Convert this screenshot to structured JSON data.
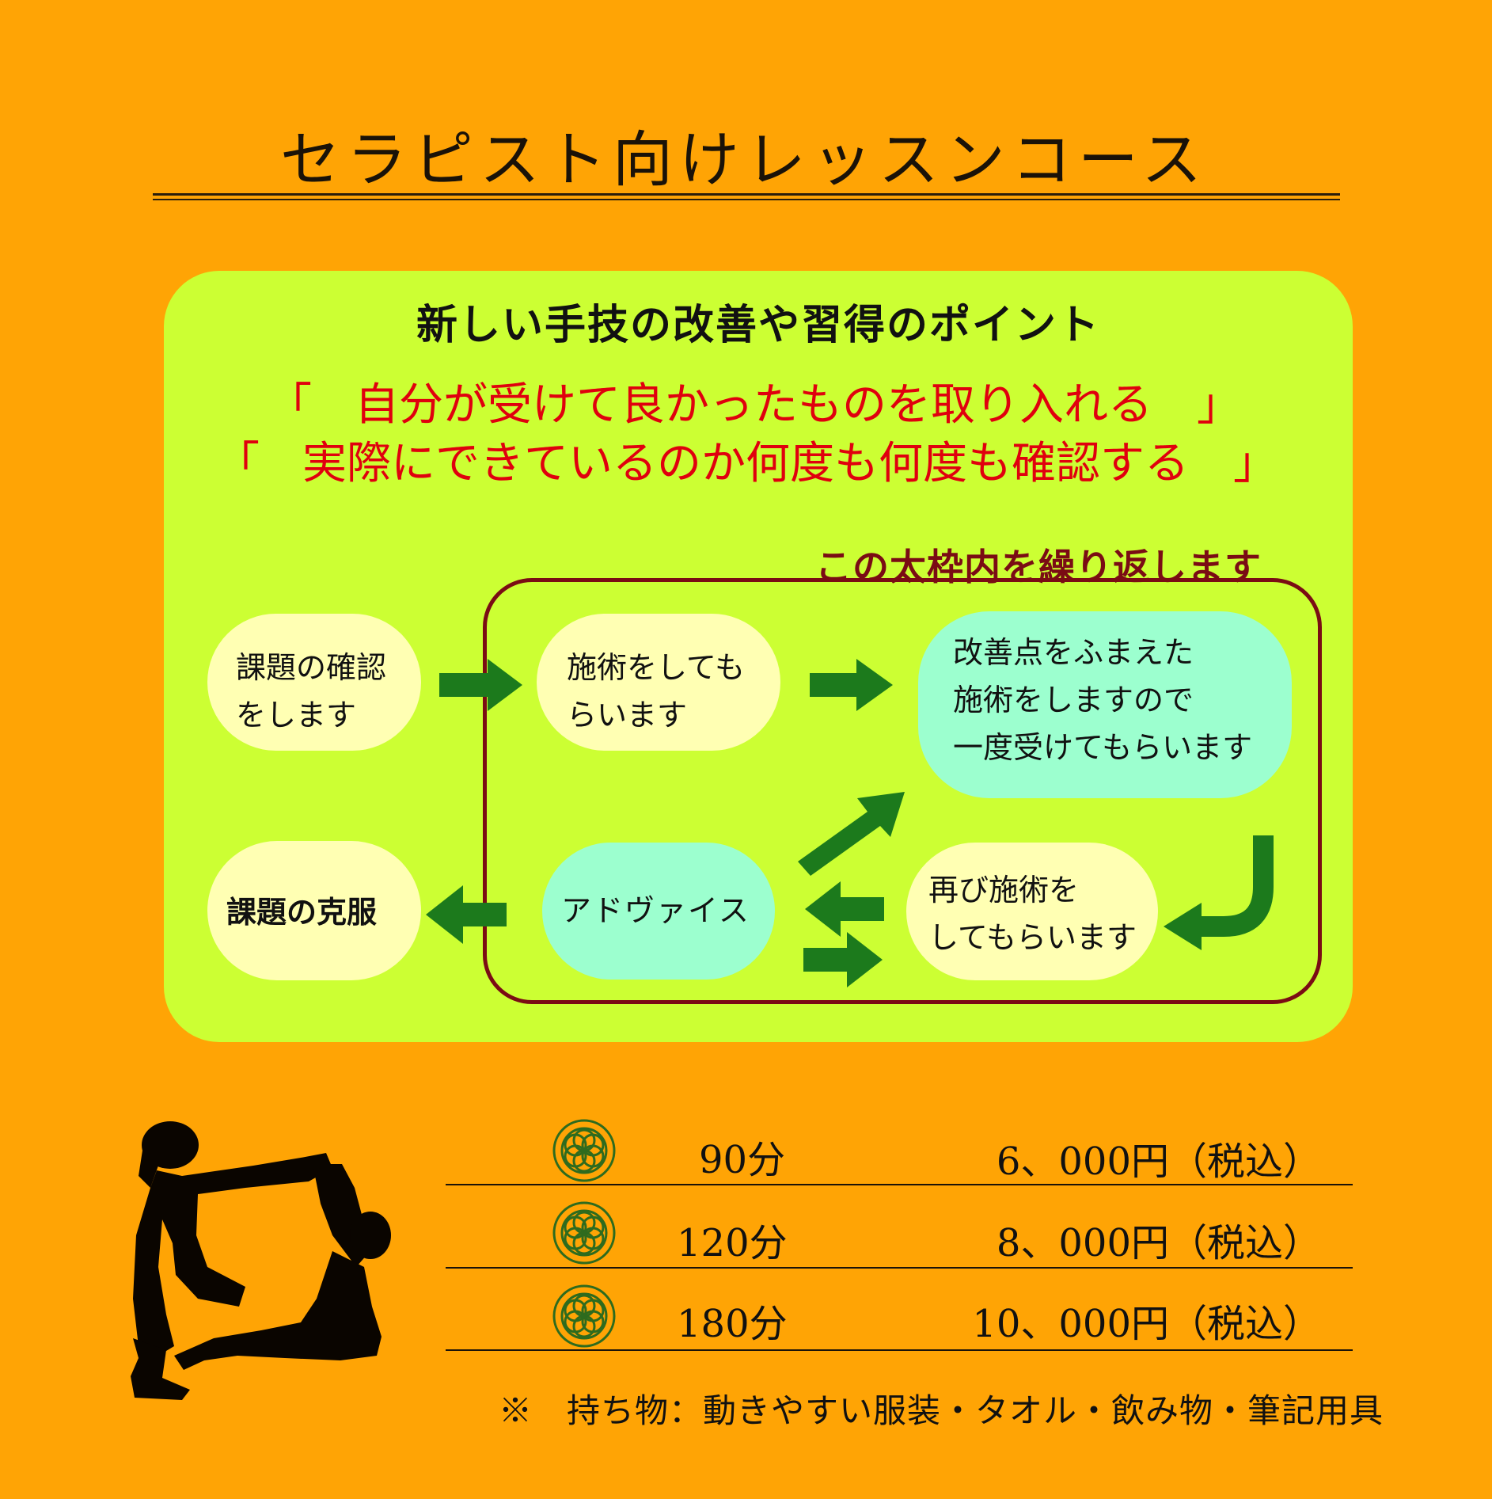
{
  "title": "セラピスト向けレッスンコース",
  "panel": {
    "heading": "新しい手技の改善や習得のポイント",
    "quotes": [
      {
        "open": "「",
        "text": "自分が受けて良かったものを取り入れる",
        "close": "」"
      },
      {
        "open": "「",
        "text": "実際にできているのか何度も何度も確認する",
        "close": "」"
      }
    ],
    "loop_caption": "この太枠内を繰り返します"
  },
  "flow": {
    "step1": [
      "課題の確認",
      "をします"
    ],
    "step2": [
      "施術をしても",
      "らいます"
    ],
    "step3": [
      "改善点をふまえた",
      "施術をしますので",
      "一度受けてもらいます"
    ],
    "step4": [
      "再び施術を",
      "してもらいます"
    ],
    "step5": "アドヴァイス",
    "step6": "課題の克服"
  },
  "colors": {
    "background": "#FFA405",
    "panel": "#CCFF33",
    "quote_text": "#E0000E",
    "loop_frame": "#7A0C14",
    "arrow": "#1C7A1C",
    "bubble_cream": "#FFFFB3",
    "bubble_mint": "#9CFFCF",
    "flower": "#2E6B1E"
  },
  "icons": {
    "silhouette": "thai-massage-silhouette-icon",
    "bullet": "flower-of-life-icon"
  },
  "pricing": [
    {
      "duration": "90分",
      "price": "6、000円（税込）"
    },
    {
      "duration": "120分",
      "price": "8、000円（税込）"
    },
    {
      "duration": "180分",
      "price": "10、000円（税込）"
    }
  ],
  "note": "※　持ち物：動きやすい服装・タオル・飲み物・筆記用具"
}
